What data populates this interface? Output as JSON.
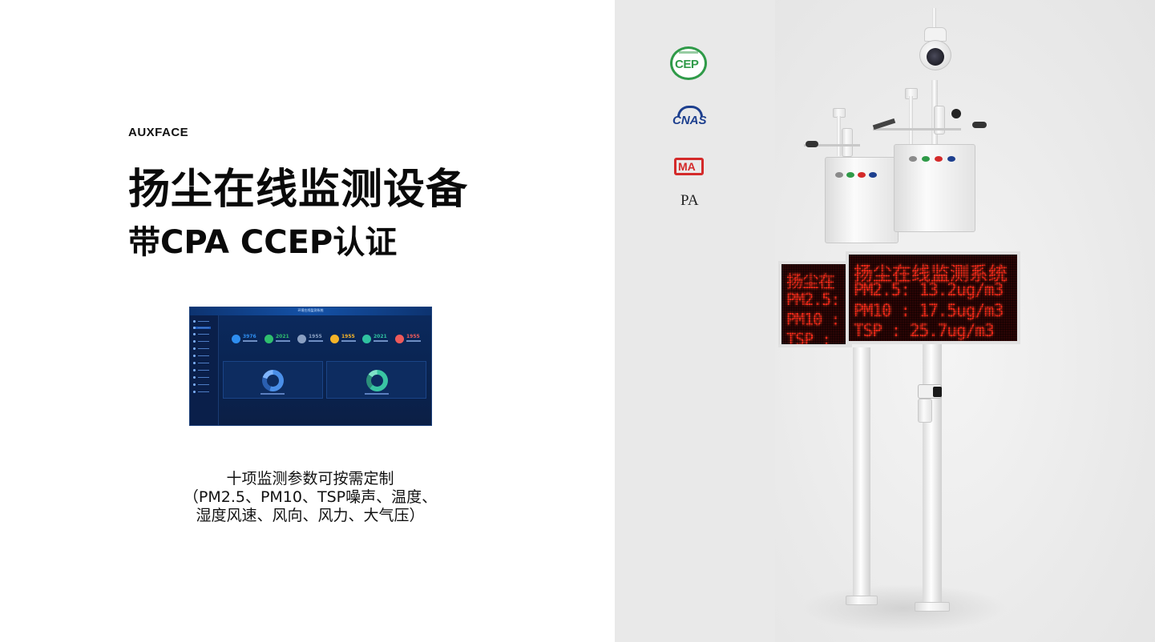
{
  "brand": "AUXFACE",
  "title": "扬尘在线监测设备",
  "subtitle": "带CPA  CCEP认证",
  "caption": {
    "line1": "十项监测参数可按需定制",
    "line2": "（PM2.5、PM10、TSP噪声、温度、",
    "line3": "湿度风速、风向、风力、大气压）"
  },
  "dashboard": {
    "title": "环境在线监测系统",
    "stats": [
      {
        "value": "3976",
        "color": "#2e8ef0"
      },
      {
        "value": "2021",
        "color": "#2fbf6e"
      },
      {
        "value": "1955",
        "color": "#8aa0c2"
      },
      {
        "value": "1955",
        "color": "#f5b428"
      },
      {
        "value": "2021",
        "color": "#2fc2a0"
      },
      {
        "value": "1955",
        "color": "#ee5a5a"
      }
    ]
  },
  "certifications": {
    "cep": "CEP",
    "cnas": "CNAS",
    "cma": "MA",
    "pa": "PA"
  },
  "led_front": {
    "line1": "扬尘在线监测系统",
    "line2": "PM2.5: 13.2ug/m3",
    "line3": "PM10 : 17.5ug/m3",
    "line4": "TSP  : 25.7ug/m3"
  },
  "led_back": {
    "line1": "扬尘在",
    "line2": "PM2.5:",
    "line3": "PM10 :",
    "line4": "TSP  :"
  },
  "colors": {
    "led_text": "#ff2a1a",
    "cep_green": "#2f9a48",
    "cnas_blue": "#1d3f8e",
    "cma_red": "#d42a2a",
    "dashboard_bg": "#0b2a5e"
  }
}
